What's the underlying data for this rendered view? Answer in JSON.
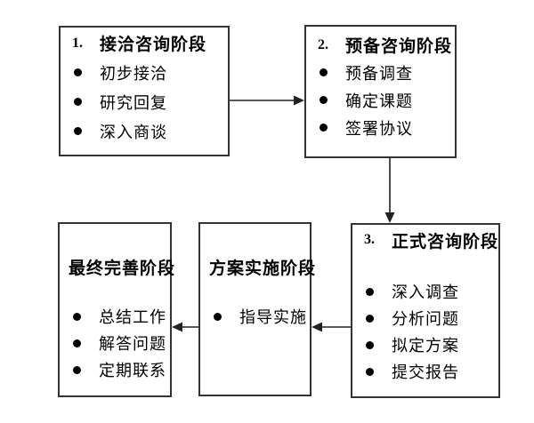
{
  "colors": {
    "background": "#ffffff",
    "box_border": "#333333",
    "text": "#000000",
    "arrow": "#222222"
  },
  "boxes": [
    {
      "id": "stage-1",
      "number": "1.",
      "title": "接洽咨询阶段",
      "items": [
        "初步接洽",
        "研究回复",
        "深入商谈"
      ]
    },
    {
      "id": "stage-2",
      "number": "2.",
      "title": "预备咨询阶段",
      "items": [
        "预备调查",
        "确定课题",
        "签署协议"
      ]
    },
    {
      "id": "stage-3",
      "number": "3.",
      "title": "正式咨询阶段",
      "items": [
        "深入调查",
        "分析问题",
        "拟定方案",
        "提交报告"
      ]
    },
    {
      "id": "stage-4",
      "number": "",
      "title": "方案实施阶段",
      "items": [
        "指导实施"
      ]
    },
    {
      "id": "stage-5",
      "number": "",
      "title": "最终完善阶段",
      "items": [
        "总结工作",
        "解答问题",
        "定期联系"
      ]
    }
  ],
  "connections": [
    {
      "from": "接洽咨询阶段",
      "to": "预备咨询阶段",
      "direction": "right"
    },
    {
      "from": "预备咨询阶段",
      "to": "正式咨询阶段",
      "direction": "down"
    },
    {
      "from": "正式咨询阶段",
      "to": "方案实施阶段",
      "direction": "left"
    },
    {
      "from": "方案实施阶段",
      "to": "最终完善阶段",
      "direction": "left"
    }
  ]
}
